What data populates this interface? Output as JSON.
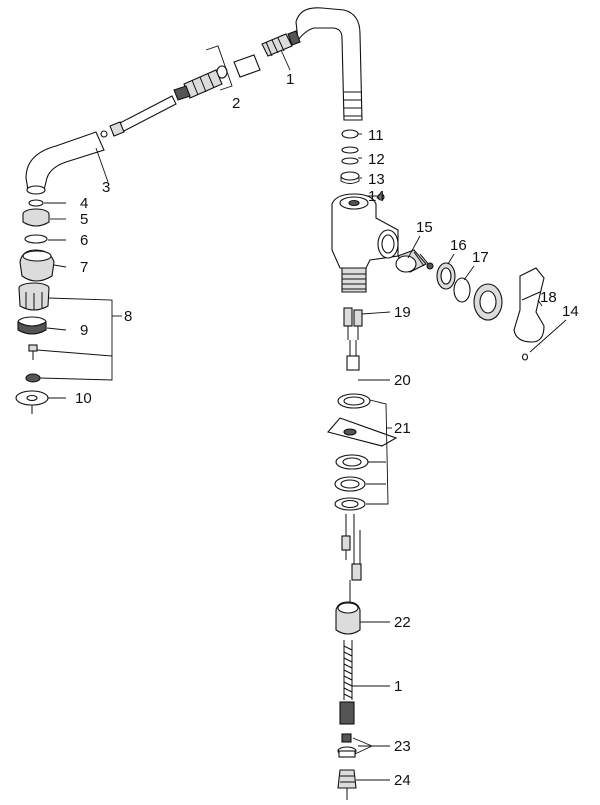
{
  "callouts": {
    "c1_top": "1",
    "c2": "2",
    "c3": "3",
    "c4": "4",
    "c5": "5",
    "c6": "6",
    "c7": "7",
    "c8": "8",
    "c9": "9",
    "c10": "10",
    "c11": "11",
    "c12": "12",
    "c13": "13",
    "c14_top": "14",
    "c15": "15",
    "c16": "16",
    "c17": "17",
    "c18": "18",
    "c14_right": "14",
    "c19": "19",
    "c20": "20",
    "c21": "21",
    "c22": "22",
    "c1_bottom": "1",
    "c23": "23",
    "c24": "24"
  },
  "colors": {
    "line": "#111111",
    "shade": "#dcdcdc",
    "dark": "#555555",
    "background": "#ffffff"
  }
}
